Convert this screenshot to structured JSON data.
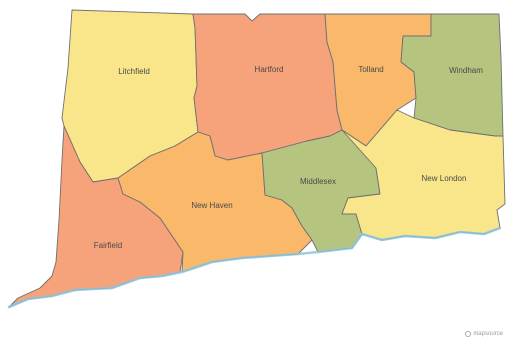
{
  "map": {
    "counties": {
      "litchfield": {
        "name": "Litchfield",
        "color": "#fae68a"
      },
      "hartford": {
        "name": "Hartford",
        "color": "#f6a37b"
      },
      "tolland": {
        "name": "Tolland",
        "color": "#f9b86a"
      },
      "windham": {
        "name": "Windham",
        "color": "#b5c47f"
      },
      "fairfield": {
        "name": "Fairfield",
        "color": "#f6a37b"
      },
      "new_haven": {
        "name": "New Haven",
        "color": "#f9b86a"
      },
      "middlesex": {
        "name": "Middlesex",
        "color": "#b5c47f"
      },
      "new_london": {
        "name": "New London",
        "color": "#fae68a"
      }
    },
    "border_color": "#6f6f6f",
    "coastline_color": "#8ec6dc",
    "label_color": "#4a4a4a"
  },
  "watermark": {
    "text": "mapsource",
    "icon": "logo-icon"
  }
}
